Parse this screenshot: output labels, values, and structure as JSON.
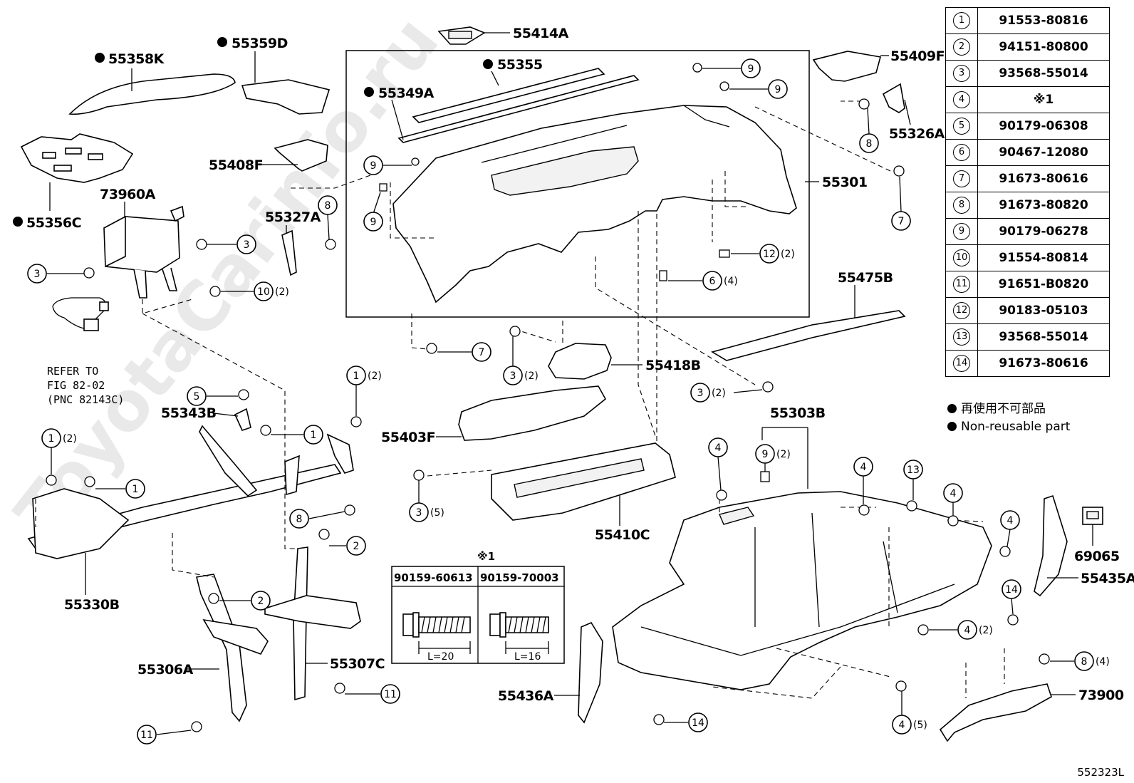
{
  "diagram_code": "552323L",
  "watermark": "ToyotaCarinfo.ru",
  "parts_table": [
    {
      "index": "1",
      "part_number": "91553-80816"
    },
    {
      "index": "2",
      "part_number": "94151-80800"
    },
    {
      "index": "3",
      "part_number": "93568-55014"
    },
    {
      "index": "4",
      "part_number": "※1"
    },
    {
      "index": "5",
      "part_number": "90179-06308"
    },
    {
      "index": "6",
      "part_number": "90467-12080"
    },
    {
      "index": "7",
      "part_number": "91673-80616"
    },
    {
      "index": "8",
      "part_number": "91673-80820"
    },
    {
      "index": "9",
      "part_number": "90179-06278"
    },
    {
      "index": "10",
      "part_number": "91554-80814"
    },
    {
      "index": "11",
      "part_number": "91651-B0820"
    },
    {
      "index": "12",
      "part_number": "90183-05103"
    },
    {
      "index": "13",
      "part_number": "93568-55014"
    },
    {
      "index": "14",
      "part_number": "91673-80616"
    }
  ],
  "legend": {
    "jp": "再使用不可部品",
    "en": "Non-reusable part"
  },
  "labels": {
    "p55358K": "55358K",
    "p55359D": "55359D",
    "p55414A": "55414A",
    "p55355": "55355",
    "p55349A": "55349A",
    "p55409F": "55409F",
    "p55326A": "55326A",
    "p55408F": "55408F",
    "p73960A": "73960A",
    "p55356C": "55356C",
    "p55327A": "55327A",
    "p55301": "55301",
    "p55475B": "55475B",
    "p55418B": "55418B",
    "p55403F": "55403F",
    "p55343B": "55343B",
    "p55303B": "55303B",
    "p55410C": "55410C",
    "p55330B": "55330B",
    "p55306A": "55306A",
    "p55307C": "55307C",
    "p55436A": "55436A",
    "p69065": "69065",
    "p55435A": "55435A",
    "p73900": "73900"
  },
  "refer_note": [
    "REFER TO",
    "FIG 82-02",
    "(PNC 82143C)"
  ],
  "bolt_detail": {
    "title": "※1",
    "items": [
      {
        "part_number": "90159-60613",
        "length": "L=20"
      },
      {
        "part_number": "90159-70003",
        "length": "L=16"
      }
    ]
  },
  "callouts": [
    {
      "n": "9",
      "q": ""
    },
    {
      "n": "9",
      "q": ""
    },
    {
      "n": "9",
      "q": ""
    },
    {
      "n": "9",
      "q": ""
    },
    {
      "n": "8",
      "q": ""
    },
    {
      "n": "7",
      "q": ""
    },
    {
      "n": "3",
      "q": ""
    },
    {
      "n": "3",
      "q": ""
    },
    {
      "n": "8",
      "q": ""
    },
    {
      "n": "10",
      "q": "(2)"
    },
    {
      "n": "12",
      "q": "(2)"
    },
    {
      "n": "6",
      "q": "(4)"
    },
    {
      "n": "7",
      "q": ""
    },
    {
      "n": "3",
      "q": "(2)"
    },
    {
      "n": "3",
      "q": "(2)"
    },
    {
      "n": "1",
      "q": "(2)"
    },
    {
      "n": "5",
      "q": ""
    },
    {
      "n": "1",
      "q": ""
    },
    {
      "n": "1",
      "q": "(2)"
    },
    {
      "n": "1",
      "q": ""
    },
    {
      "n": "8",
      "q": ""
    },
    {
      "n": "2",
      "q": ""
    },
    {
      "n": "3",
      "q": "(5)"
    },
    {
      "n": "9",
      "q": "(2)"
    },
    {
      "n": "4",
      "q": ""
    },
    {
      "n": "4",
      "q": ""
    },
    {
      "n": "13",
      "q": ""
    },
    {
      "n": "4",
      "q": ""
    },
    {
      "n": "4",
      "q": ""
    },
    {
      "n": "2",
      "q": ""
    },
    {
      "n": "14",
      "q": ""
    },
    {
      "n": "4",
      "q": "(2)"
    },
    {
      "n": "8",
      "q": "(4)"
    },
    {
      "n": "11",
      "q": ""
    },
    {
      "n": "11",
      "q": ""
    },
    {
      "n": "14",
      "q": ""
    },
    {
      "n": "4",
      "q": "(5)"
    }
  ]
}
